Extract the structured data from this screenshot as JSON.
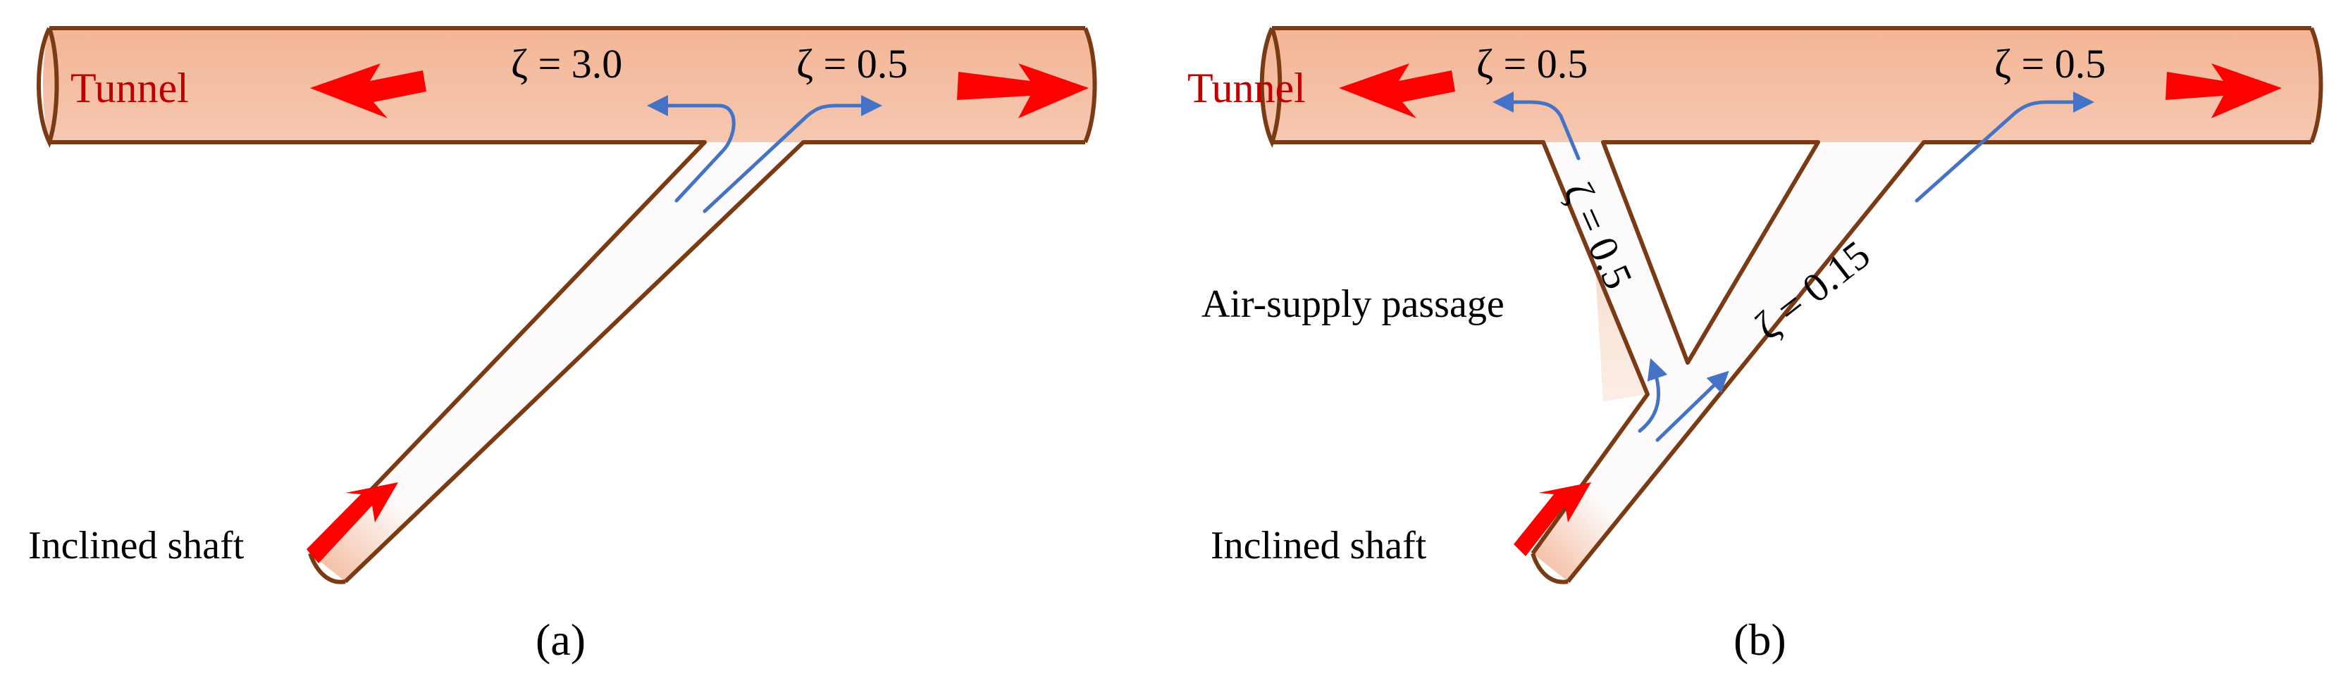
{
  "colors": {
    "pipe_outline": "#7a3a14",
    "pipe_fill_light": "#fdfbfb",
    "pipe_fill_warm": "#f3b596",
    "tunnel_label": "#c00000",
    "ventilation_arrow": "#ff0000",
    "flow_arrow": "#4472c4",
    "text": "#000000"
  },
  "panel_a": {
    "caption": "(a)",
    "tunnel_label": "Tunnel",
    "shaft_label": "Inclined shaft",
    "zeta_left": "ζ = 3.0",
    "zeta_right": "ζ = 0.5"
  },
  "panel_b": {
    "caption": "(b)",
    "tunnel_label": "Tunnel",
    "shaft_label": "Inclined shaft",
    "passage_label": "Air-supply passage",
    "zeta_top_left": "ζ = 0.5",
    "zeta_top_right": "ζ = 0.5",
    "zeta_passage": "ζ = 0.5",
    "zeta_shaft": "ζ = 0.15"
  }
}
